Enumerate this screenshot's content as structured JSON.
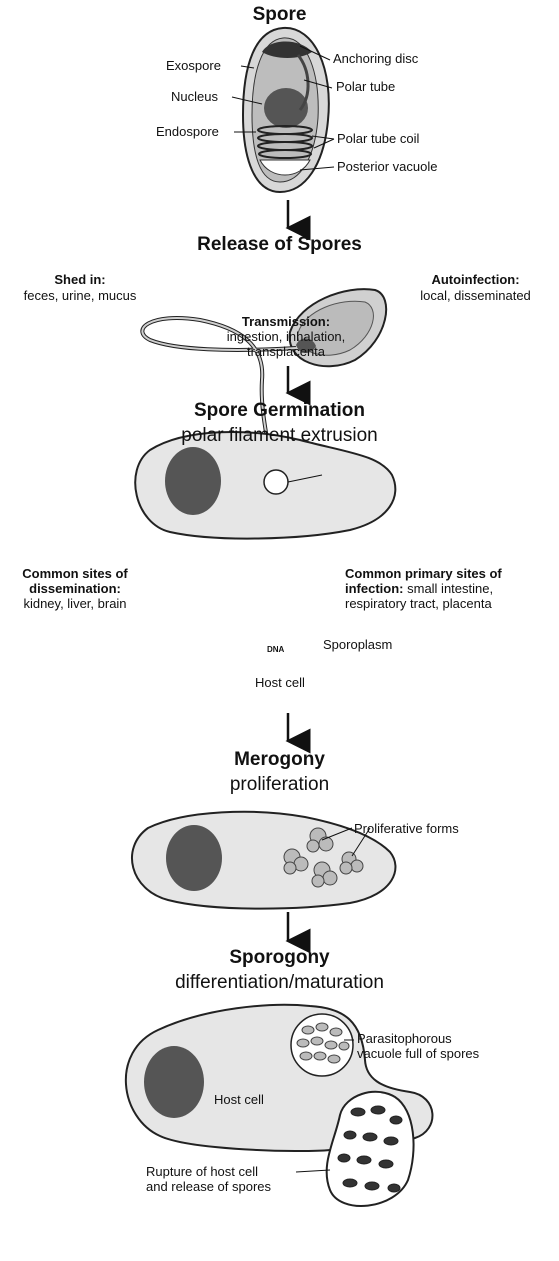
{
  "spore": {
    "title": "Spore",
    "labels": {
      "exospore": "Exospore",
      "anchoring_disc": "Anchoring disc",
      "nucleus": "Nucleus",
      "polar_tube": "Polar tube",
      "endospore": "Endospore",
      "polar_tube_coil": "Polar tube coil",
      "posterior_vacuole": "Posterior vacuole"
    }
  },
  "release": {
    "title": "Release of Spores",
    "shed_in": {
      "heading": "Shed in:",
      "text": "feces, urine, mucus"
    },
    "autoinfection": {
      "heading": "Autoinfection:",
      "text": "local, disseminated"
    },
    "transmission": {
      "heading": "Transmission:",
      "line1": "ingestion, inhalation,",
      "line2": "transplacenta"
    }
  },
  "germination": {
    "title": "Spore Germination",
    "subtitle": "polar filament extrusion",
    "dissemination": {
      "line1": "Common sites of",
      "line2": "dissemination:",
      "text": "kidney,  liver, brain"
    },
    "primary": {
      "line1": "Common primary sites of",
      "line2": "infection:",
      "text_line2": " small intestine,",
      "line3": "respiratory tract, placenta"
    },
    "sporoplasm": "Sporoplasm",
    "dna": "DNA",
    "host_cell": "Host cell"
  },
  "merogony": {
    "title": "Merogony",
    "subtitle": "proliferation",
    "proliferative_forms": "Proliferative forms"
  },
  "sporogony": {
    "title": "Sporogony",
    "subtitle": "differentiation/maturation",
    "vacuole": {
      "line1": "Parasitophorous",
      "line2": "vacuole full of spores"
    },
    "host_cell": "Host cell",
    "rupture": {
      "line1": "Rupture of host cell",
      "line2": "and release of spores"
    }
  }
}
